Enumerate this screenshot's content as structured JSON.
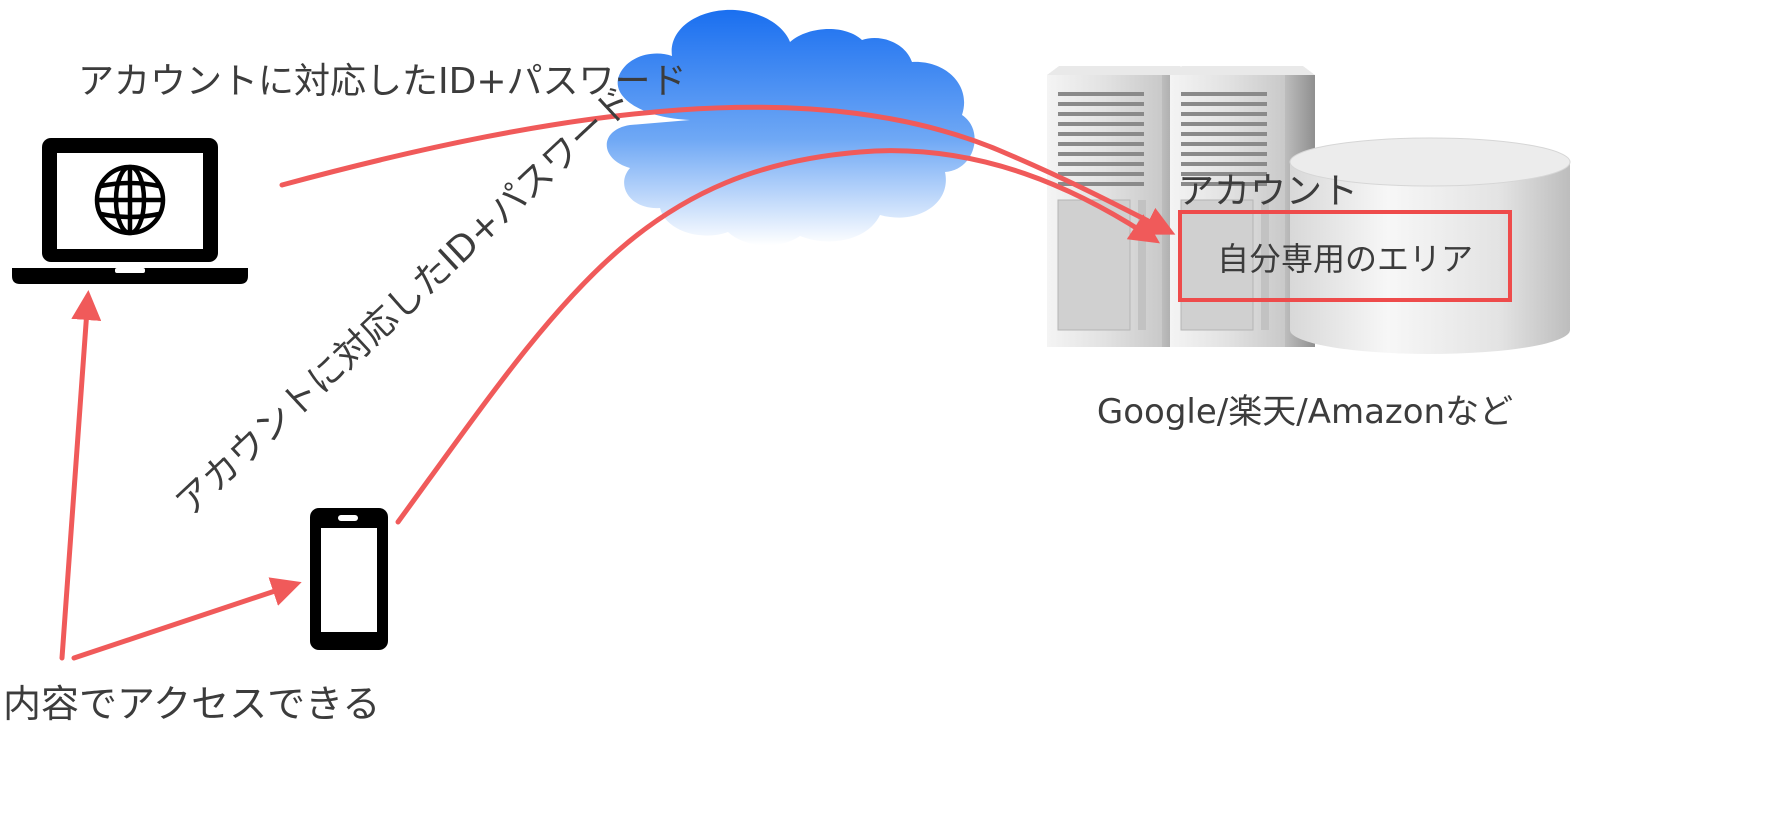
{
  "labels": {
    "laptop_credentials": "アカウントに対応したID+パスワード",
    "phone_credentials": "アカウントに対応したID+パスワード",
    "account": "アカウント",
    "personal_area": "自分専用のエリア",
    "services": "Google/楽天/Amazonなど",
    "same_content": "内容でアクセスできる"
  },
  "icons": {
    "laptop": "laptop-icon",
    "globe": "globe-icon",
    "phone": "smartphone-icon",
    "cloud": "cloud-icon",
    "servers": "server-rack-icon",
    "database": "database-cylinder-icon"
  },
  "colors": {
    "arrow": "#f05a5a",
    "area_border": "#ee4b4b",
    "device": "#000000",
    "cloud_top": "#1a6ff0",
    "cloud_bottom": "#ffffff"
  }
}
